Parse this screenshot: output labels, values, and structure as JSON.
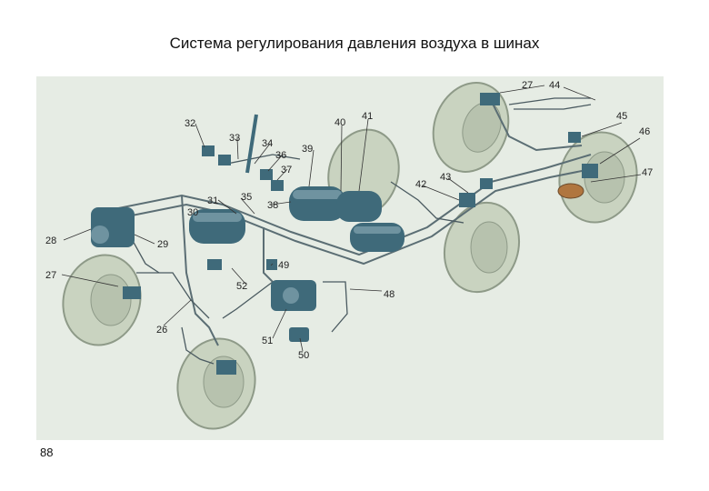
{
  "title": "Система регулирования давления воздуха в шинах",
  "page_number": "88",
  "colors": {
    "background": "#e6ece4",
    "tire": "#c9d3c0",
    "tire_edge": "#8e9a88",
    "component": "#3f6a7a",
    "pipe": "#5b6e74"
  },
  "callouts": {
    "c26": "26",
    "c27a": "27",
    "c27b": "27",
    "c28": "28",
    "c29": "29",
    "c30": "30",
    "c31": "31",
    "c32": "32",
    "c33": "33",
    "c34": "34",
    "c35": "35",
    "c36": "36",
    "c37": "37",
    "c38": "38",
    "c39": "39",
    "c40": "40",
    "c41": "41",
    "c42": "42",
    "c43": "43",
    "c44": "44",
    "c45": "45",
    "c46": "46",
    "c47": "47",
    "c48": "48",
    "c49": "49",
    "c50": "50",
    "c51": "51",
    "c52": "52"
  }
}
